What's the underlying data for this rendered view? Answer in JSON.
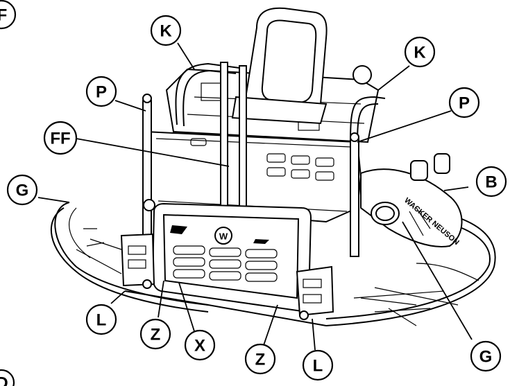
{
  "callouts": [
    {
      "label": "F"
    },
    {
      "label": "K"
    },
    {
      "label": "K"
    },
    {
      "label": "P"
    },
    {
      "label": "P"
    },
    {
      "label": "FF"
    },
    {
      "label": "G"
    },
    {
      "label": "B"
    },
    {
      "label": "G"
    },
    {
      "label": "L"
    },
    {
      "label": "Z"
    },
    {
      "label": "X"
    },
    {
      "label": "Z"
    },
    {
      "label": "L"
    },
    {
      "label": "D"
    }
  ],
  "brand_marks": {
    "front_logo": "W",
    "side_decal": "WACKER NEUSON"
  }
}
